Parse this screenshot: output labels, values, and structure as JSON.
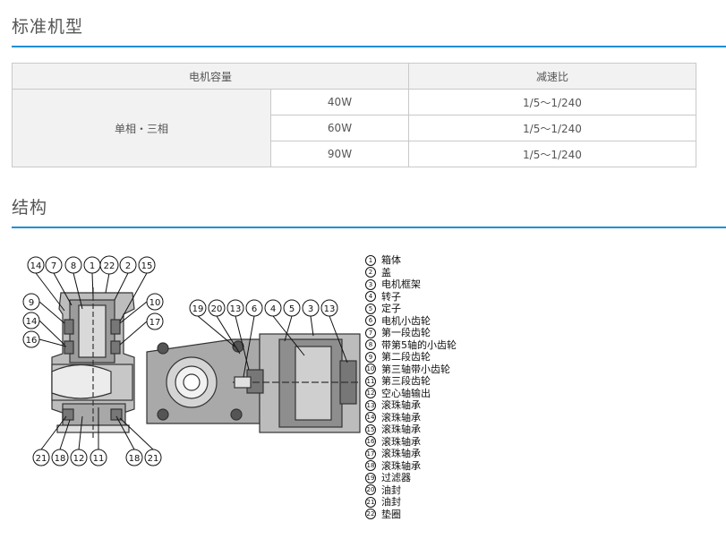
{
  "sections": {
    "standard": {
      "title": "标准机型"
    },
    "structure": {
      "title": "结构"
    }
  },
  "spec_table": {
    "headers": [
      "电机容量",
      "减速比"
    ],
    "group_label": "单相・三相",
    "rows": [
      {
        "power": "40W",
        "ratio": "1/5～1/240"
      },
      {
        "power": "60W",
        "ratio": "1/5～1/240"
      },
      {
        "power": "90W",
        "ratio": "1/5～1/240"
      }
    ]
  },
  "callouts": {
    "left_top": [
      "14",
      "7",
      "8",
      "1",
      "22",
      "2",
      "15"
    ],
    "left_side_l": [
      "9",
      "14",
      "16"
    ],
    "left_side_r": [
      "10",
      "17"
    ],
    "left_bottom": [
      "21",
      "18",
      "12",
      "11",
      "18",
      "21"
    ],
    "right_top": [
      "19",
      "20",
      "13",
      "6",
      "4",
      "5",
      "3",
      "13"
    ]
  },
  "legend": [
    {
      "no": "1",
      "label": "箱体"
    },
    {
      "no": "2",
      "label": "盖"
    },
    {
      "no": "3",
      "label": "电机框架"
    },
    {
      "no": "4",
      "label": "转子"
    },
    {
      "no": "5",
      "label": "定子"
    },
    {
      "no": "6",
      "label": "电机小齿轮"
    },
    {
      "no": "7",
      "label": "第一段齿轮"
    },
    {
      "no": "8",
      "label": "带第5轴的小齿轮"
    },
    {
      "no": "9",
      "label": "第二段齿轮"
    },
    {
      "no": "10",
      "label": "第三轴带小齿轮"
    },
    {
      "no": "11",
      "label": "第三段齿轮"
    },
    {
      "no": "12",
      "label": "空心轴输出"
    },
    {
      "no": "13",
      "label": "滚珠轴承"
    },
    {
      "no": "14",
      "label": "滚珠轴承"
    },
    {
      "no": "15",
      "label": "滚珠轴承"
    },
    {
      "no": "16",
      "label": "滚珠轴承"
    },
    {
      "no": "17",
      "label": "滚珠轴承"
    },
    {
      "no": "18",
      "label": "滚珠轴承"
    },
    {
      "no": "19",
      "label": "过滤器"
    },
    {
      "no": "20",
      "label": "油封"
    },
    {
      "no": "21",
      "label": "油封"
    },
    {
      "no": "22",
      "label": "垫圈"
    }
  ]
}
